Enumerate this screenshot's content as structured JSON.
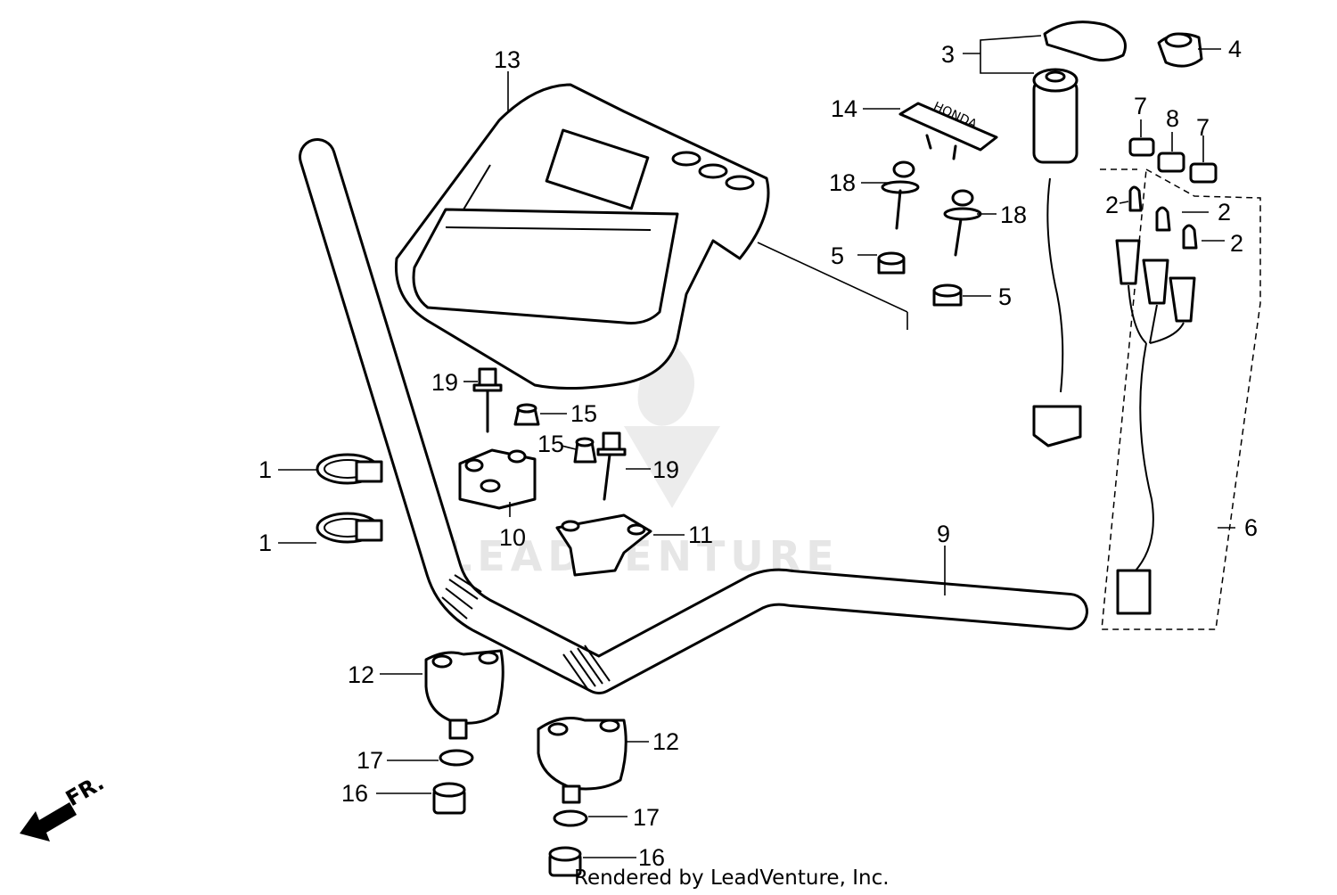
{
  "watermark": {
    "text": "LEADVENTURE"
  },
  "direction_marker": {
    "label": "FR.",
    "icon": "front-direction-arrow-icon"
  },
  "footer": {
    "credit": "Rendered by LeadVenture, Inc."
  },
  "callouts": {
    "p1a": "1",
    "p1b": "1",
    "p2a": "2",
    "p2b": "2",
    "p2c": "2",
    "p3": "3",
    "p4": "4",
    "p5a": "5",
    "p5b": "5",
    "p6": "6",
    "p7a": "7",
    "p7b": "7",
    "p8": "8",
    "p9": "9",
    "p10": "10",
    "p11": "11",
    "p12a": "12",
    "p12b": "12",
    "p13": "13",
    "p14": "14",
    "p15a": "15",
    "p15b": "15",
    "p16a": "16",
    "p16b": "16",
    "p17a": "17",
    "p17b": "17",
    "p18a": "18",
    "p18b": "18",
    "p19a": "19",
    "p19b": "19"
  },
  "emblem": {
    "text": "HONDA"
  }
}
